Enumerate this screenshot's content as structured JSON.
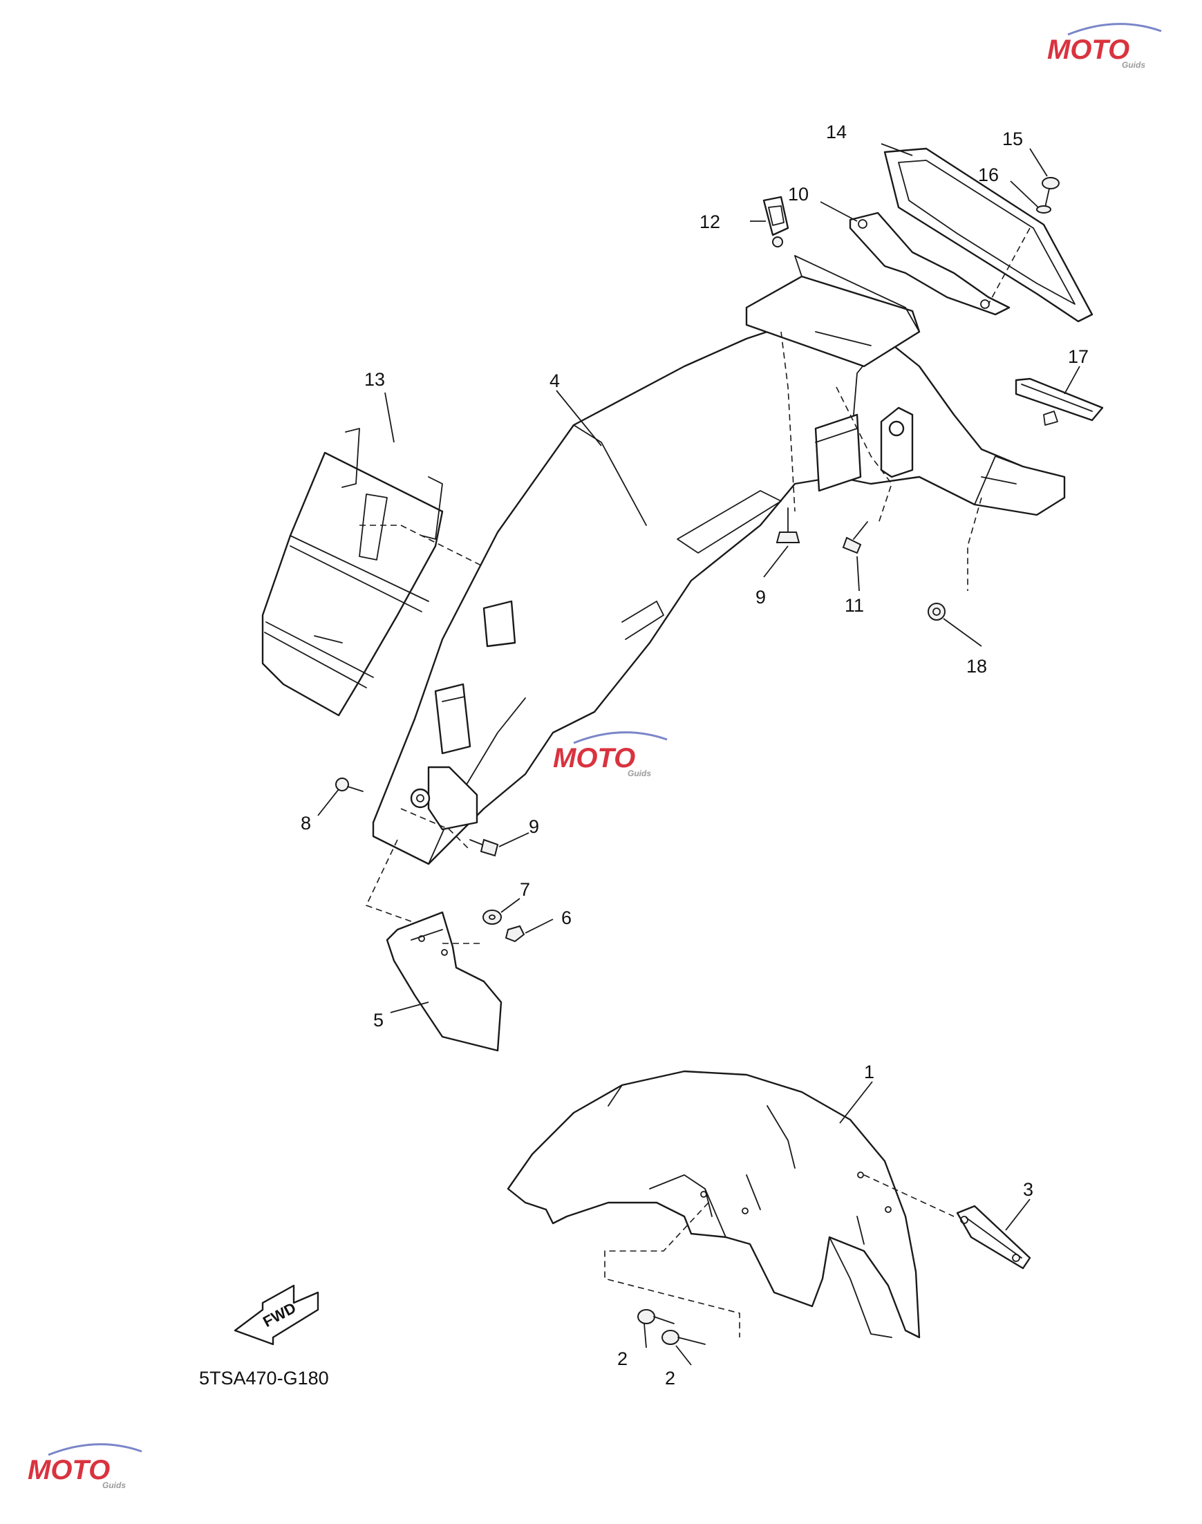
{
  "diagram": {
    "code": "5TSA470-G180",
    "fwd_label": "FWD",
    "callouts": [
      "1",
      "2",
      "2",
      "3",
      "4",
      "5",
      "6",
      "7",
      "8",
      "9",
      "9",
      "10",
      "11",
      "12",
      "13",
      "14",
      "15",
      "16",
      "17",
      "18"
    ]
  },
  "watermark": {
    "text": "MOTO",
    "subtext": "Guids",
    "colors": {
      "red": "#d9333f",
      "gray": "#9a9a9a",
      "purple": "#7a86c8"
    }
  }
}
